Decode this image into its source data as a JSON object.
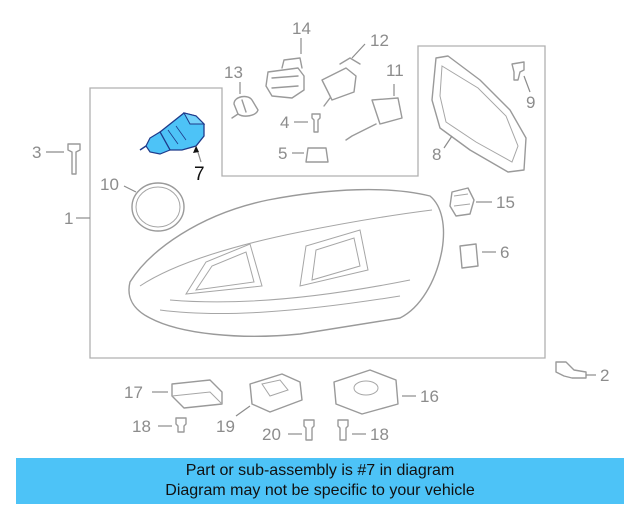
{
  "callouts": {
    "c1": "1",
    "c2": "2",
    "c3": "3",
    "c4": "4",
    "c5": "5",
    "c6": "6",
    "c7": "7",
    "c8": "8",
    "c9": "9",
    "c10": "10",
    "c11": "11",
    "c12": "12",
    "c13": "13",
    "c14": "14",
    "c15": "15",
    "c16": "16",
    "c17": "17",
    "c18a": "18",
    "c18b": "18",
    "c19": "19",
    "c20": "20"
  },
  "highlighted_part": "7",
  "colors": {
    "highlight": "#4dc3f7",
    "line": "#9a9a9a",
    "banner": "#4dc3f7"
  },
  "banner": {
    "line1": "Part or sub-assembly is #7 in diagram",
    "line2": "Diagram may not be specific to your vehicle"
  }
}
